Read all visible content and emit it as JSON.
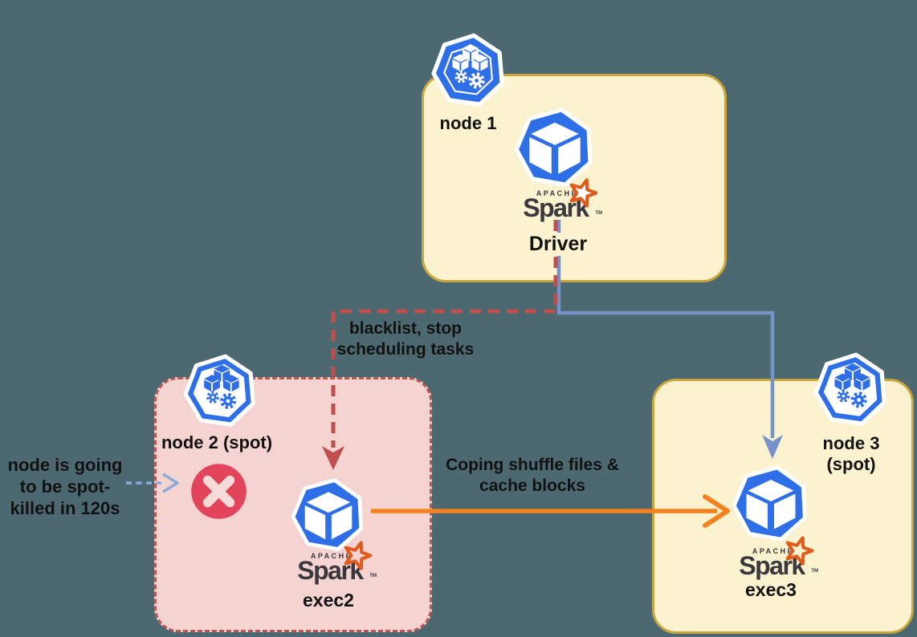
{
  "nodes": {
    "n1": {
      "title": "node 1",
      "pod": "Driver"
    },
    "n2": {
      "title": "node 2 (spot)",
      "pod": "exec2"
    },
    "n3": {
      "title": "node 3 (spot)",
      "pod": "exec3"
    }
  },
  "spark": {
    "apache": "APACHE",
    "name": "Spark",
    "tm": "TM"
  },
  "annotations": {
    "blacklist": "blacklist, stop\nscheduling tasks",
    "copy_shuffle": "Coping shuffle files &\ncache blocks",
    "spot_kill": "node is going\nto be spot-\nkilled in 120s"
  },
  "colors": {
    "background": "#4C6971",
    "node_fill": "#FBF2D0",
    "node_border": "#C9A53C",
    "spot_node_fill": "#F5D3D0",
    "spot_node_border": "#BB5752",
    "kubernetes_blue": "#2E6FE8",
    "error_red": "#E2445C",
    "arrow_driver_blue": "#7593C8",
    "arrow_blacklist_red": "#BF4F4C",
    "arrow_copy_orange": "#F58220",
    "arrow_spotkill_blue": "#8CA9DB",
    "spark_orange": "#E25A1B",
    "spark_text": "#3A383C",
    "label_text": "#111111"
  }
}
